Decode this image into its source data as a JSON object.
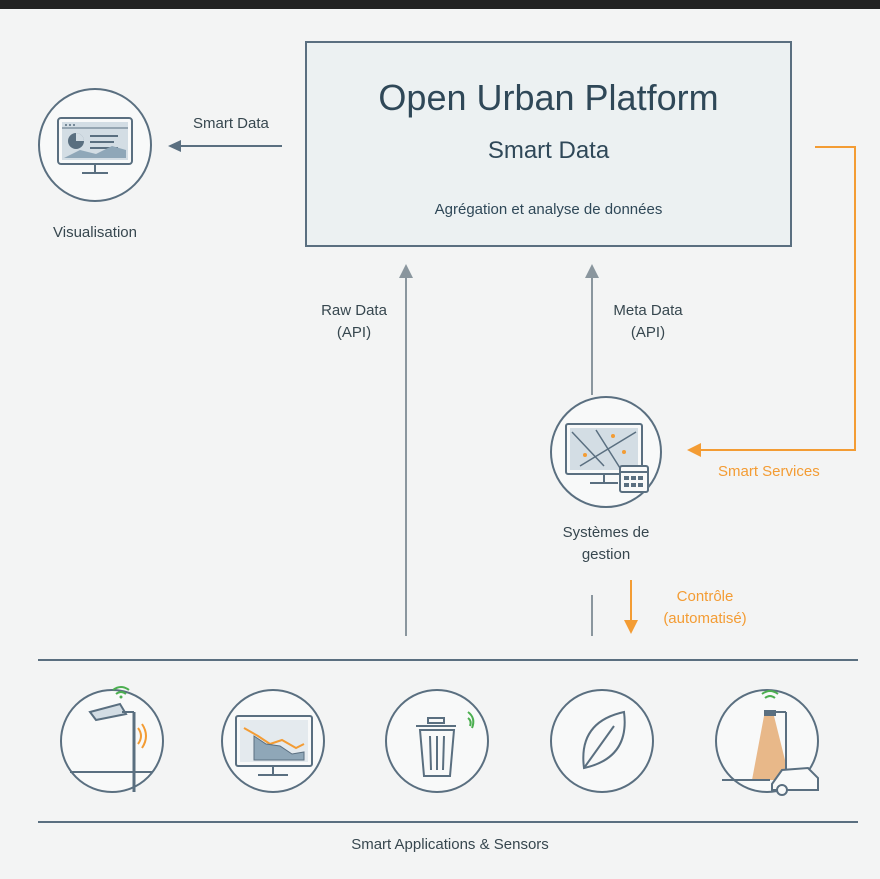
{
  "platform": {
    "title": "Open Urban Platform",
    "subtitle": "Smart Data",
    "description": "Agrégation et analyse de données"
  },
  "visualisation": {
    "arrow_label": "Smart Data",
    "label": "Visualisation",
    "icon": "monitor-dashboard-icon"
  },
  "raw_data": {
    "line1": "Raw Data",
    "line2": "(API)"
  },
  "meta_data": {
    "line1": "Meta Data",
    "line2": "(API)"
  },
  "management": {
    "line1": "Systèmes de",
    "line2": "gestion",
    "icon": "monitor-map-calendar-icon"
  },
  "smart_services": {
    "label": "Smart Services"
  },
  "control": {
    "line1": "Contrôle",
    "line2": "(automatisé)"
  },
  "sensors": {
    "label": "Smart Applications & Sensors",
    "icons": [
      "street-light-wifi-icon",
      "monitor-chart-icon",
      "trash-bin-wifi-icon",
      "leaf-icon",
      "street-light-car-icon"
    ]
  },
  "colors": {
    "line": "#5a6f80",
    "accent": "#f39c34",
    "arrow": "#8a969e",
    "box_bg": "#ecf1f2"
  }
}
